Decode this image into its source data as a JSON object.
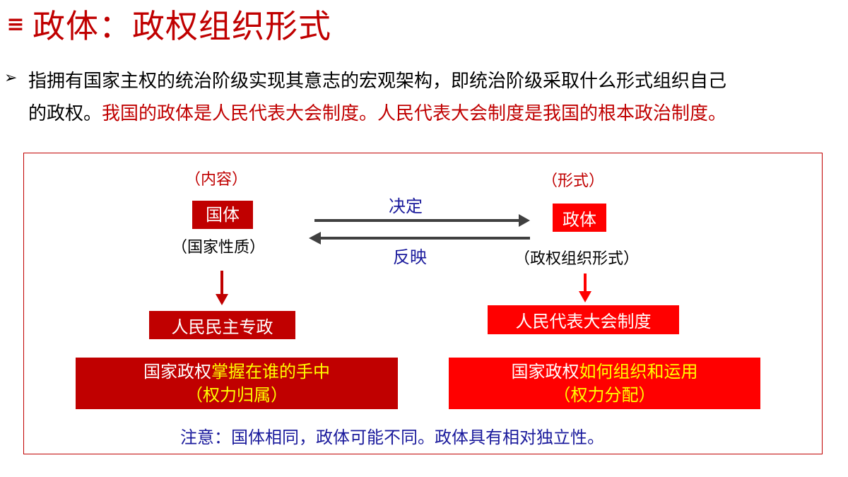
{
  "header": {
    "mark": "≡",
    "title": "政体：政权组织形式"
  },
  "definition": {
    "bullet": "➢",
    "line1": "指拥有国家主权的统治阶级实现其意志的宏观架构，即统治阶级采取什么形式组织自己",
    "line2_black": "的政权。",
    "line2_red": "我国的政体是人民代表大会制度。人民代表大会制度是我国的根本政治制度。"
  },
  "diagram": {
    "left": {
      "caption": "（内容）",
      "box": "国体",
      "note": "（国家性质）",
      "result": "人民民主专政",
      "summary_white": "国家政权",
      "summary_yellow": "掌握在谁的手中",
      "summary_line2": "（权力归属）"
    },
    "right": {
      "caption": "（形式）",
      "box": "政体",
      "note": "（政权组织形式）",
      "result": "人民代表大会制度",
      "summary_white": "国家政权",
      "summary_yellow": "如何组织和运用",
      "summary_line2": "（权力分配）"
    },
    "arrow_top_label": "决定",
    "arrow_bottom_label": "反映",
    "footnote": "注意：国体相同，政体可能不同。政体具有相对独立性。"
  },
  "colors": {
    "accent_red": "#c00000",
    "bright_red": "#ff0000",
    "highlight_yellow": "#ffff00",
    "note_blue": "#1a1a9c",
    "arrow_gray": "#404040"
  }
}
